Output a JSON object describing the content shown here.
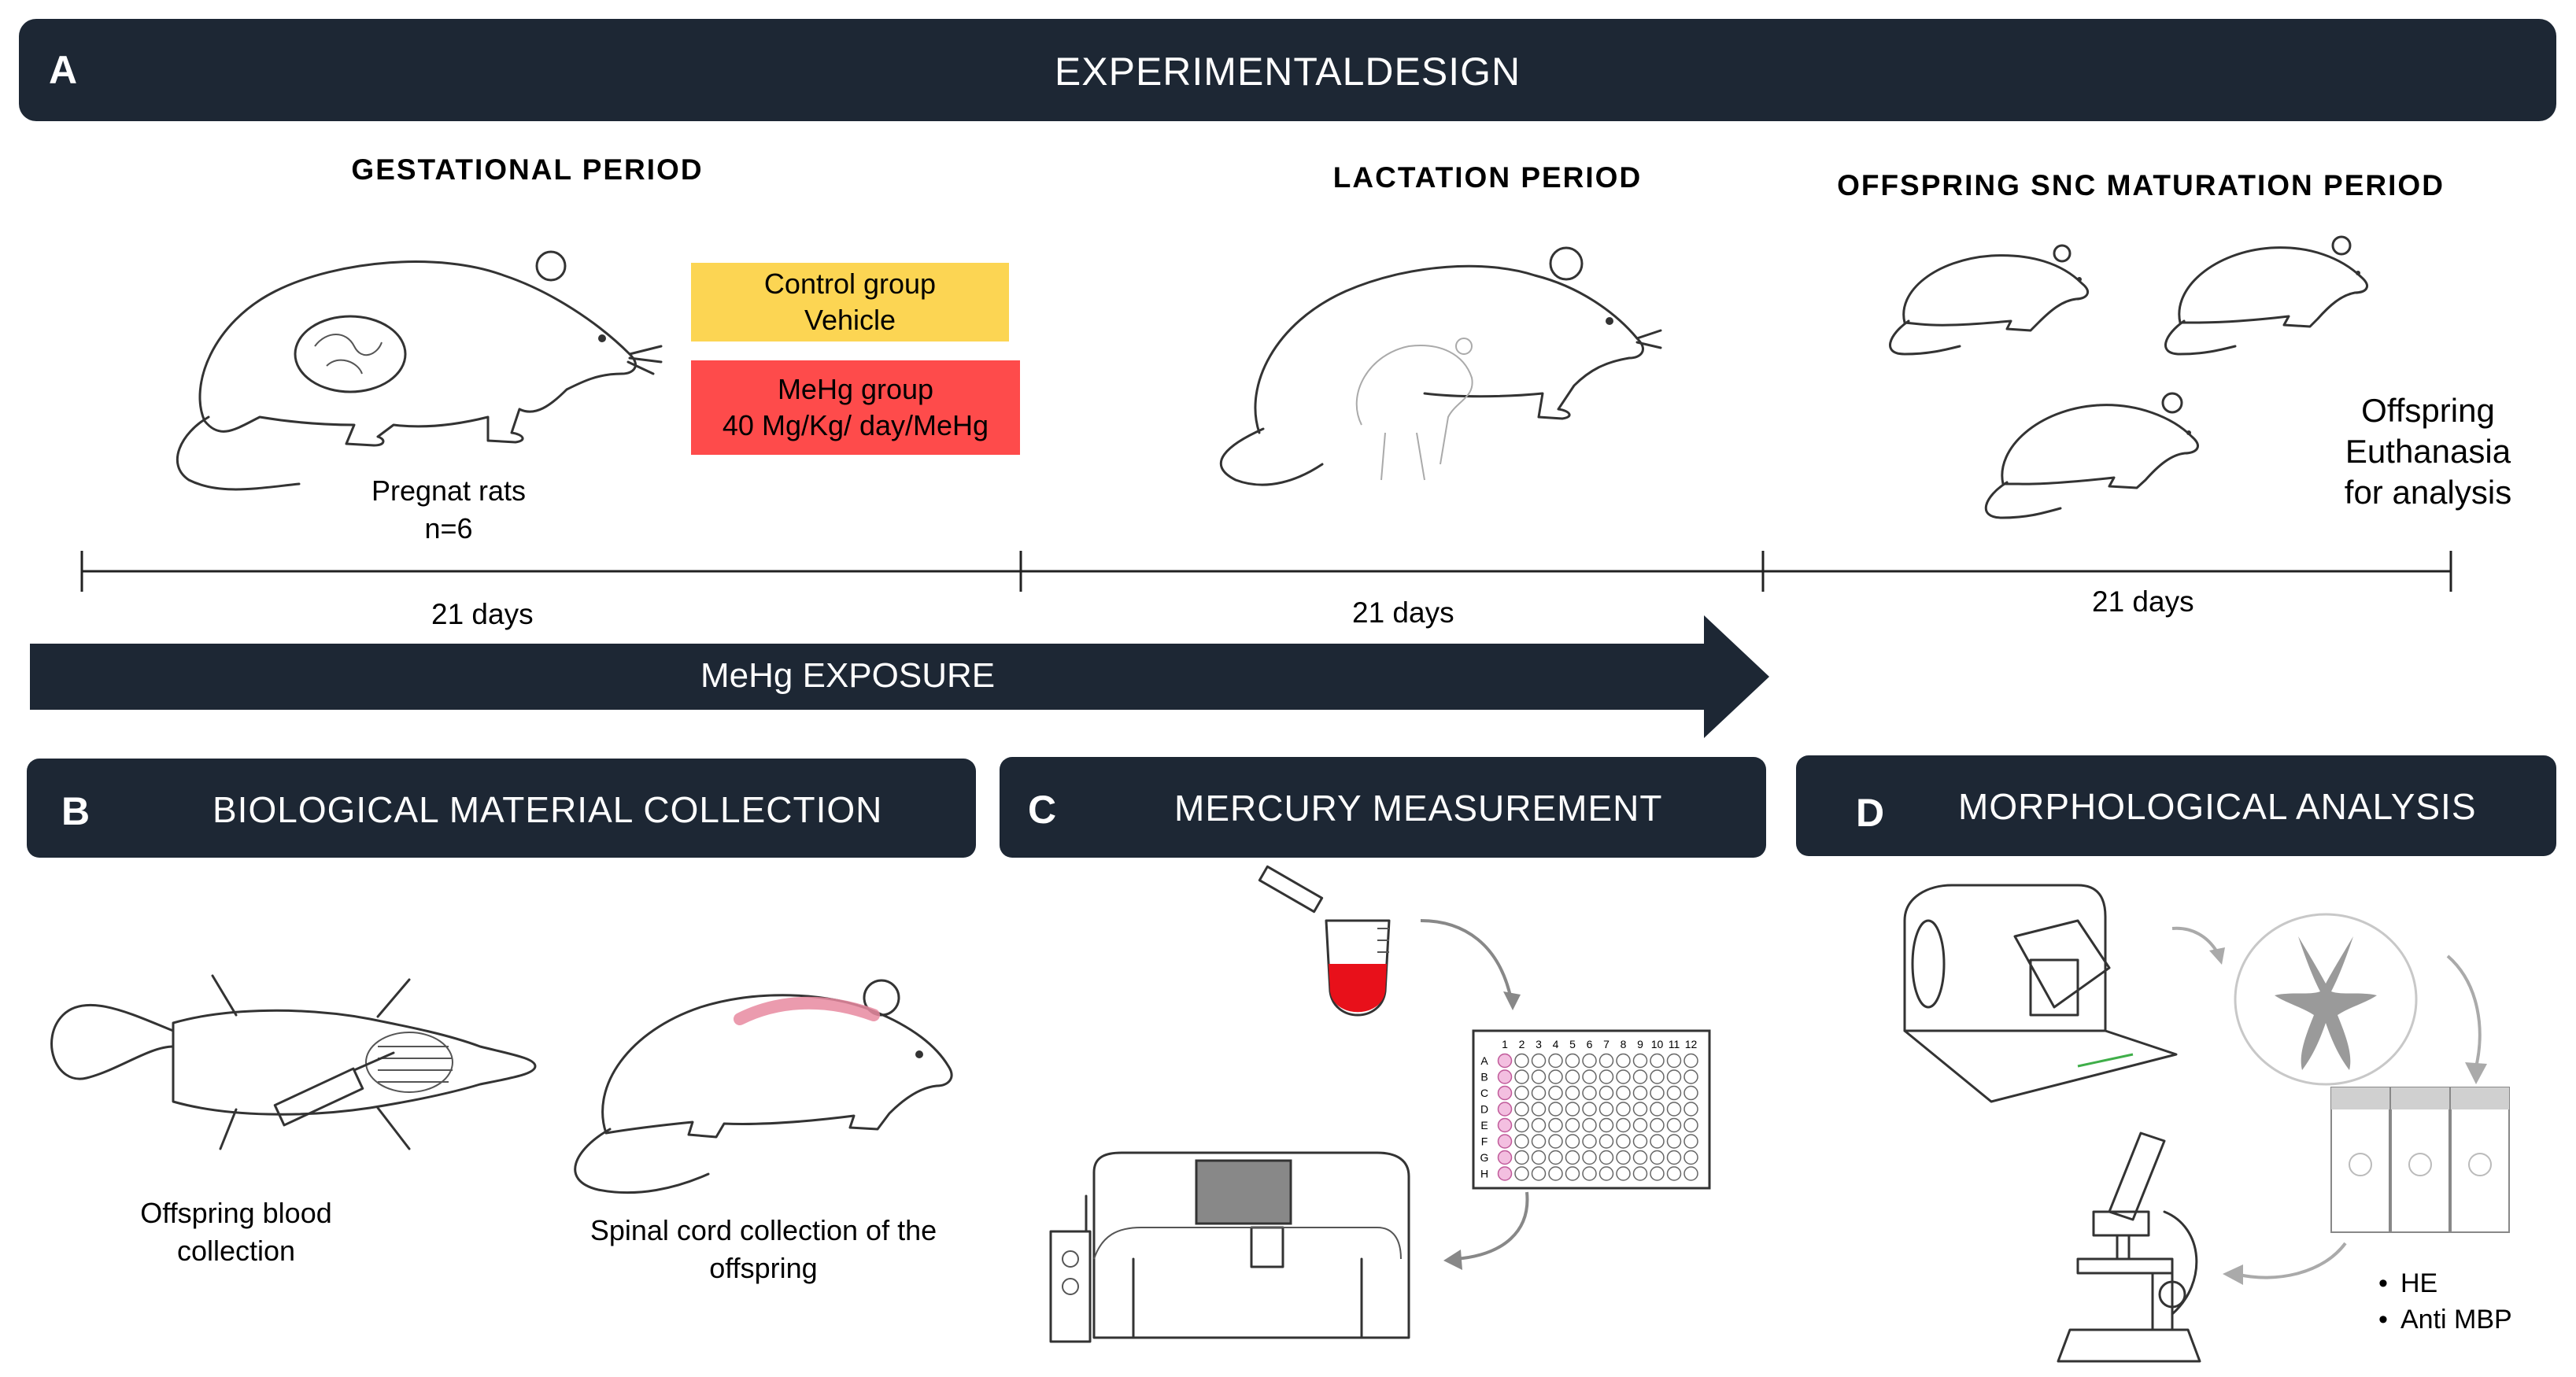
{
  "header": {
    "letter": "A",
    "title": "EXPERIMENTALDESIGN"
  },
  "periods": {
    "gestational": "GESTATIONAL  PERIOD",
    "lactation": "LACTATION  PERIOD",
    "maturation": "OFFSPRING  SNC  MATURATION  PERIOD"
  },
  "pregnant": {
    "line1": "Pregnat rats",
    "line2": "n=6"
  },
  "groups": {
    "control": {
      "line1": "Control group",
      "line2": "Vehicle",
      "color": "#fcd553"
    },
    "mehg": {
      "line1": "MeHg group",
      "line2": "40 Mg/Kg/ day/MeHg",
      "color": "#fe4b4b"
    }
  },
  "euthanasia": {
    "line1": "Offspring",
    "line2": "Euthanasia",
    "line3": "for analysis"
  },
  "timeline": {
    "days": [
      "21 days",
      "21 days",
      "21 days"
    ]
  },
  "exposure": {
    "label": "MeHg EXPOSURE"
  },
  "panels": {
    "b": {
      "letter": "B",
      "title": "BIOLOGICAL  MATERIAL  COLLECTION"
    },
    "c": {
      "letter": "C",
      "title": "MERCURY  MEASUREMENT"
    },
    "d": {
      "letter": "D",
      "title": "MORPHOLOGICAL  ANALYSIS"
    }
  },
  "collection": {
    "blood": {
      "line1": "Offspring blood",
      "line2": "collection"
    },
    "spinal": {
      "line1": "Spinal cord collection of the",
      "line2": "offspring"
    }
  },
  "plate": {
    "columns": [
      "1",
      "2",
      "3",
      "4",
      "5",
      "6",
      "7",
      "8",
      "9",
      "10",
      "11",
      "12"
    ],
    "rows": [
      "A",
      "B",
      "C",
      "D",
      "E",
      "F",
      "G",
      "H"
    ]
  },
  "stains": [
    "HE",
    "Anti MBP"
  ],
  "colors": {
    "banner": "#1d2734",
    "blood": "#e8101a",
    "plate_well": "#f3bfe0"
  }
}
